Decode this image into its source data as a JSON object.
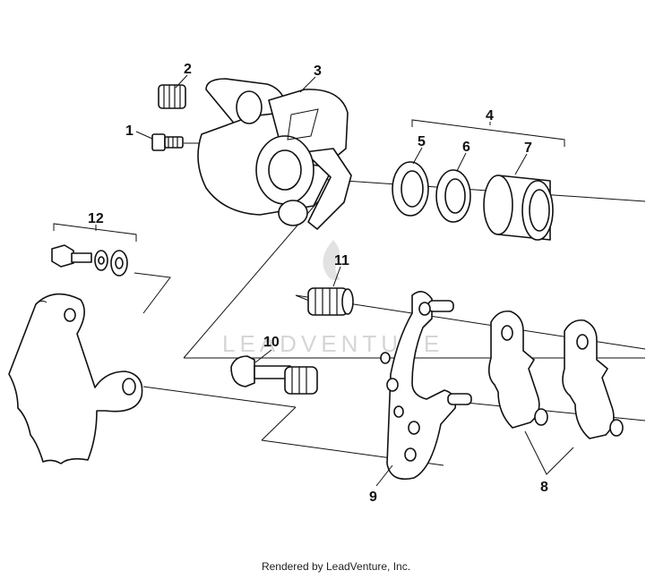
{
  "callouts": [
    {
      "id": "1",
      "label": "1"
    },
    {
      "id": "2",
      "label": "2"
    },
    {
      "id": "3",
      "label": "3"
    },
    {
      "id": "4",
      "label": "4"
    },
    {
      "id": "5",
      "label": "5"
    },
    {
      "id": "6",
      "label": "6"
    },
    {
      "id": "7",
      "label": "7"
    },
    {
      "id": "8",
      "label": "8"
    },
    {
      "id": "9",
      "label": "9"
    },
    {
      "id": "10",
      "label": "10"
    },
    {
      "id": "11",
      "label": "11"
    },
    {
      "id": "12",
      "label": "12"
    }
  ],
  "watermark": {
    "text": "LEADVENTURE"
  },
  "footer": {
    "text": "Rendered by LeadVenture, Inc."
  }
}
